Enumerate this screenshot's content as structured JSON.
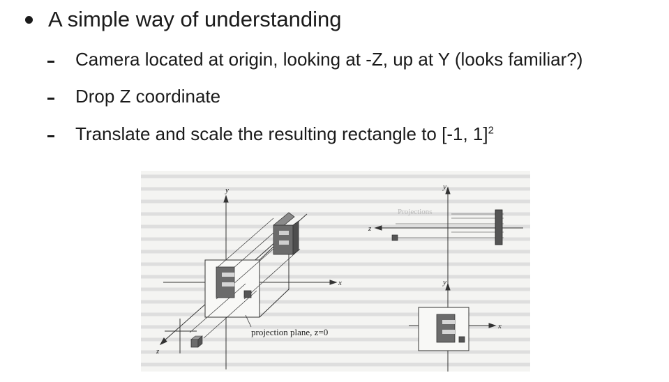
{
  "slide": {
    "main_bullet": "A simple way of understanding",
    "sub_bullets": [
      "Camera located at origin, looking at -Z, up at Y (looks familiar?)",
      "Drop Z coordinate",
      "Translate and scale the resulting rectangle to [-1, 1]"
    ],
    "superscript": "2"
  },
  "figure": {
    "left_axes": {
      "y": "y",
      "x": "x",
      "z": "z"
    },
    "projection_plane_label": "projection plane, z=0",
    "side_view": {
      "y": "y",
      "z": "z"
    },
    "front_view": {
      "y": "y",
      "x": "x"
    },
    "ghost_heading": "Projections"
  },
  "colors": {
    "text": "#1a1a1a",
    "figure_bg": "#f4f4f2",
    "shape_fill": "#6b6b6b"
  }
}
